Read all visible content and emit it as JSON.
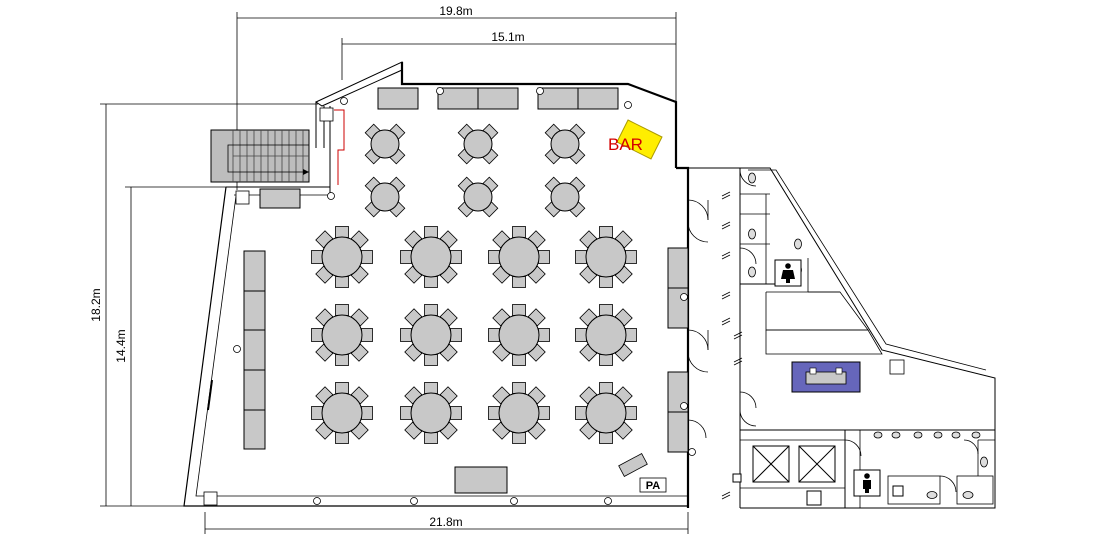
{
  "dimensions": {
    "top_outer": "19.8m",
    "top_inner": "15.1m",
    "left_outer": "18.2m",
    "left_inner": "14.4m",
    "bottom": "21.8m"
  },
  "labels": {
    "bar": "BAR",
    "pa": "PA"
  },
  "colors": {
    "bar_label": "#d40000",
    "bar_fill": "#ffee00",
    "stage_fill": "#6666bb",
    "furniture_fill": "#c8c8c8",
    "wall": "#000000",
    "accent_line": "#cc0000"
  },
  "icons": {
    "restroom_upper": "person-restroom-icon",
    "restroom_lower": "person-restroom-icon"
  },
  "tables": {
    "small_round_count": 6,
    "large_round_count": 12,
    "chairs_per_small": 4,
    "chairs_per_large": 8
  }
}
